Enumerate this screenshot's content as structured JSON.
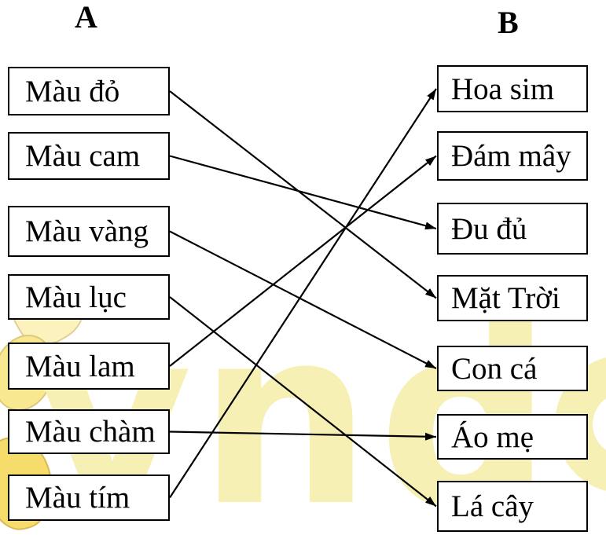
{
  "worksheet": {
    "type": "matching-exercise"
  },
  "columns": {
    "a": {
      "header": "A",
      "items": [
        {
          "label": "Màu đỏ"
        },
        {
          "label": "Màu cam"
        },
        {
          "label": "Màu vàng"
        },
        {
          "label": "Màu lục"
        },
        {
          "label": "Màu lam"
        },
        {
          "label": "Màu chàm"
        },
        {
          "label": "Màu tím"
        }
      ]
    },
    "b": {
      "header": "B",
      "items": [
        {
          "label": "Hoa sim"
        },
        {
          "label": "Đám mây"
        },
        {
          "label": "Đu đủ"
        },
        {
          "label": "Mặt Trời"
        },
        {
          "label": "Con cá"
        },
        {
          "label": "Áo mẹ"
        },
        {
          "label": "Lá cây"
        }
      ]
    }
  },
  "connections": [
    {
      "from": 0,
      "from_label": "Màu đỏ",
      "to": 3,
      "to_label": "Mặt Trời"
    },
    {
      "from": 1,
      "from_label": "Màu cam",
      "to": 2,
      "to_label": "Đu đủ"
    },
    {
      "from": 2,
      "from_label": "Màu vàng",
      "to": 4,
      "to_label": "Con cá"
    },
    {
      "from": 3,
      "from_label": "Màu lục",
      "to": 6,
      "to_label": "Lá cây"
    },
    {
      "from": 4,
      "from_label": "Màu lam",
      "to": 1,
      "to_label": "Đám mây"
    },
    {
      "from": 5,
      "from_label": "Màu chàm",
      "to": 5,
      "to_label": "Áo mẹ"
    },
    {
      "from": 6,
      "from_label": "Màu tím",
      "to": 0,
      "to_label": "Hoa sim"
    }
  ],
  "styles": {
    "line_color": "#000000",
    "box_border_color": "#000000",
    "text_color": "#000000",
    "watermark_color": "#f7f0b4"
  },
  "watermark": {
    "text": "vnd"
  }
}
